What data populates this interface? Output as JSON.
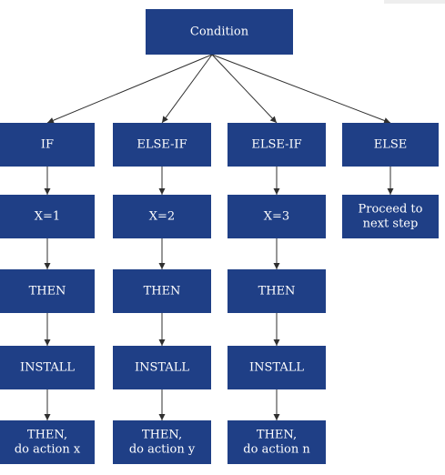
{
  "colors": {
    "box_fill": "#1f3f86",
    "text": "#ffffff",
    "connector": "#2f2f2f"
  },
  "nodes": {
    "condition": {
      "lines": [
        "Condition"
      ]
    },
    "if": {
      "lines": [
        "IF"
      ]
    },
    "else_if_1": {
      "lines": [
        "ELSE-IF"
      ]
    },
    "else_if_2": {
      "lines": [
        "ELSE-IF"
      ]
    },
    "else": {
      "lines": [
        "ELSE"
      ]
    },
    "x1": {
      "lines": [
        "X=1"
      ]
    },
    "x2": {
      "lines": [
        "X=2"
      ]
    },
    "x3": {
      "lines": [
        "X=3"
      ]
    },
    "proceed": {
      "lines": [
        "Proceed to",
        "next step"
      ]
    },
    "then_1": {
      "lines": [
        "THEN"
      ]
    },
    "then_2": {
      "lines": [
        "THEN"
      ]
    },
    "then_3": {
      "lines": [
        "THEN"
      ]
    },
    "install_1": {
      "lines": [
        "INSTALL"
      ]
    },
    "install_2": {
      "lines": [
        "INSTALL"
      ]
    },
    "install_3": {
      "lines": [
        "INSTALL"
      ]
    },
    "action_x": {
      "lines": [
        "THEN,",
        "do action x"
      ]
    },
    "action_y": {
      "lines": [
        "THEN,",
        "do action y"
      ]
    },
    "action_n": {
      "lines": [
        "THEN,",
        "do action n"
      ]
    }
  }
}
